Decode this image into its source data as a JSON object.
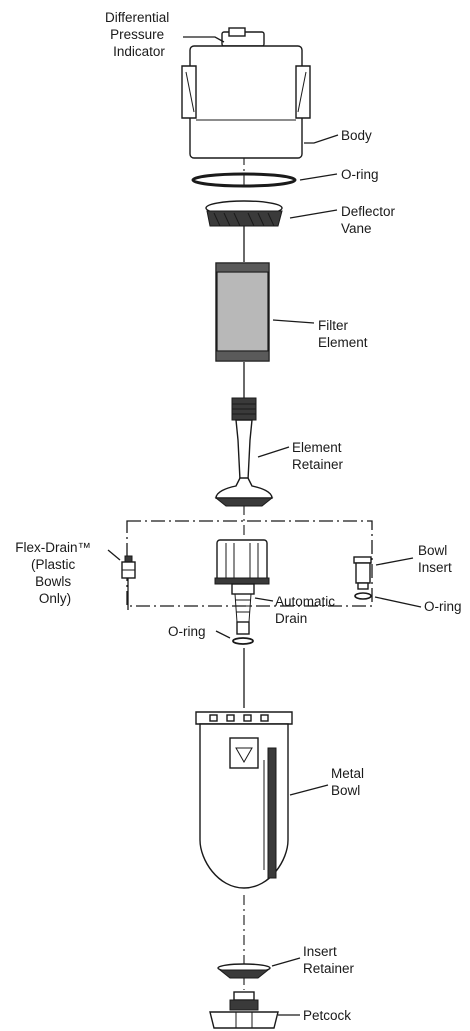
{
  "diagram": {
    "labels": {
      "differential_pressure_indicator": [
        "Differential",
        "Pressure",
        "Indicator"
      ],
      "body": "Body",
      "o_ring_top": "O-ring",
      "deflector_vane": [
        "Deflector",
        "Vane"
      ],
      "filter_element": [
        "Filter",
        "Element"
      ],
      "element_retainer": [
        "Element",
        "Retainer"
      ],
      "bowl_insert": [
        "Bowl",
        "Insert"
      ],
      "flex_drain": [
        "Flex-Drain™",
        "(Plastic",
        "Bowls",
        "Only)"
      ],
      "automatic_drain": [
        "Automatic",
        "Drain"
      ],
      "o_ring_right": "O-ring",
      "o_ring_left": "O-ring",
      "metal_bowl": [
        "Metal",
        "Bowl"
      ],
      "insert_retainer": [
        "Insert",
        "Retainer"
      ],
      "petcock": "Petcock"
    }
  }
}
